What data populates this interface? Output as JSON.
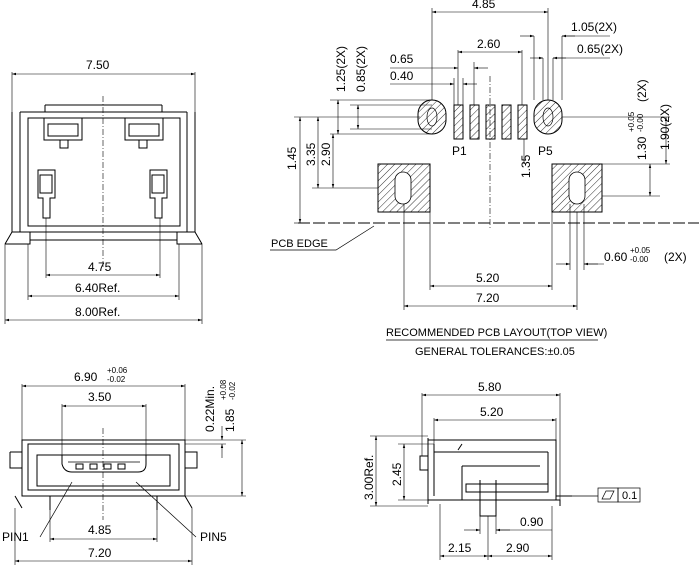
{
  "top_view": {
    "d_7_50": "7.50",
    "d_4_75": "4.75",
    "d_6_40": "6.40Ref.",
    "d_8_00": "8.00Ref."
  },
  "front_view": {
    "d_6_90": "6.90",
    "tol_6_90_up": "+0.06",
    "tol_6_90_dn": "-0.02",
    "d_3_50": "3.50",
    "d_0_22": "0.22Min.",
    "d_1_85": "1.85",
    "tol_1_85_up": "+0.08",
    "tol_1_85_dn": "-0.02",
    "d_4_85": "4.85",
    "d_7_20": "7.20",
    "pin1": "PIN1",
    "pin5": "PIN5"
  },
  "pcb_layout": {
    "d_4_85": "4.85",
    "d_1_05": "1.05(2X)",
    "d_0_65_2x": "0.65(2X)",
    "d_1_25": "1.25(2X)",
    "d_0_85": "0.85(2X)",
    "d_0_65": "0.65",
    "d_0_40": "0.40",
    "d_2_60": "2.60",
    "d_1_45": "1.45",
    "d_3_35": "3.35",
    "d_2_90": "2.90",
    "p1": "P1",
    "p5": "P5",
    "d_1_35": "1.35",
    "d_1_30": "1.30",
    "tol_1_30_up": "+0.05",
    "tol_1_30_dn": "-0.00",
    "d_1_30_suffix": "(2X)",
    "d_1_90": "1.90(2X)",
    "pcb_edge": "PCB EDGE",
    "d_0_60": "0.60",
    "tol_0_60_up": "+0.05",
    "tol_0_60_dn": "-0.00",
    "d_0_60_suffix": "(2X)",
    "d_5_20": "5.20",
    "d_7_20": "7.20",
    "title": "RECOMMENDED PCB LAYOUT(TOP VIEW)",
    "tolerances": "GENERAL TOLERANCES:±0.05"
  },
  "side_view": {
    "d_5_80": "5.80",
    "d_5_20": "5.20",
    "d_3_00": "3.00Ref.",
    "d_2_45": "2.45",
    "flatness": "0.1",
    "d_0_90": "0.90",
    "d_2_15": "2.15",
    "d_2_90": "2.90"
  }
}
